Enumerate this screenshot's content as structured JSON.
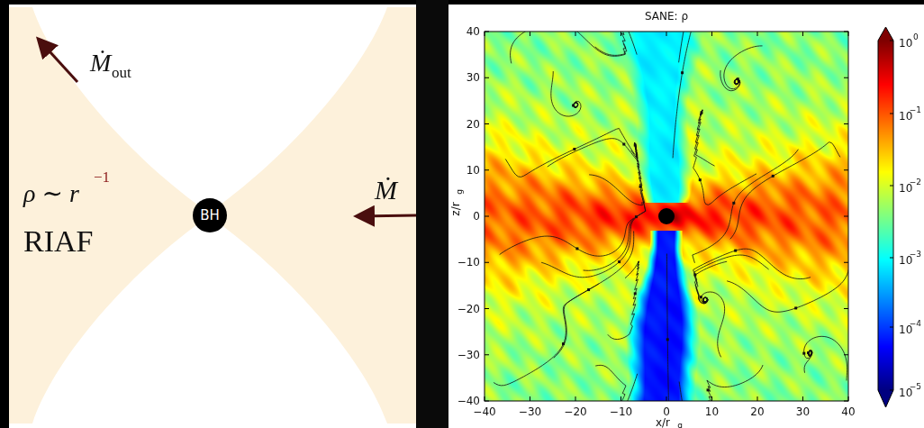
{
  "diagram": {
    "nodes": [
      {
        "text": [
          "BH"
        ]
      }
    ],
    "edges": [],
    "labels": [
      "Ṁ",
      "out",
      "ρ ∼ r",
      "−1",
      "RIAF",
      "Ṁ",
      "SANE: ρ",
      "40",
      "30",
      "20",
      "10",
      "0",
      "−10",
      "−20",
      "−30",
      "−40",
      "z/r",
      "g",
      "−40",
      "−30",
      "−20",
      "−10",
      "0",
      "10",
      "20",
      "30",
      "40",
      "x/r",
      "g",
      "10",
      "0",
      "10",
      "−1",
      "10",
      "−2",
      "10",
      "−3",
      "10",
      "−4",
      "10",
      "−5"
    ]
  }
}
